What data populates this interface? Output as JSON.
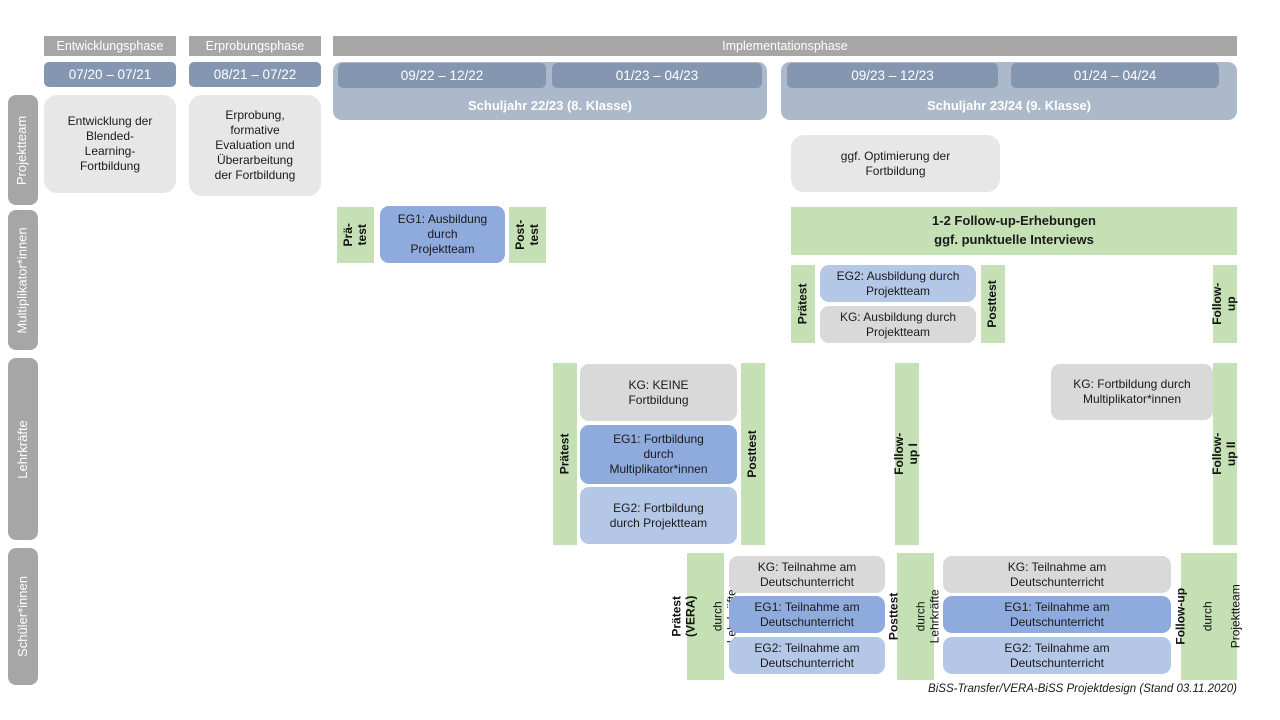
{
  "title": "BiSS-Transfer/VERA-BiSS Projektdesign",
  "colors": {
    "phase_gray": "#a6a6a6",
    "date_blue": "#8496b0",
    "band_blue": "#acb9ca",
    "gray_light": "#e8e7e7",
    "gray_box": "#d9d9d9",
    "green": "#c5e0b4",
    "blue_medium": "#8faadc",
    "blue_light": "#b4c7e7"
  },
  "sidebar": {
    "rows": [
      {
        "label": "Projektteam"
      },
      {
        "label": "Multiplikator*innen"
      },
      {
        "label": "Lehrkräfte"
      },
      {
        "label": "Schüler*innen"
      }
    ]
  },
  "header": {
    "phases": [
      {
        "label": "Entwicklungsphase"
      },
      {
        "label": "Erprobungsphase"
      },
      {
        "label": "Implementationsphase"
      }
    ],
    "dates": [
      {
        "label": "07/20 – 07/21"
      },
      {
        "label": "08/21 – 07/22"
      },
      {
        "label": "09/22 – 12/22"
      },
      {
        "label": "01/23 – 04/23"
      },
      {
        "label": "09/23 – 12/23"
      },
      {
        "label": "01/24 – 04/24"
      }
    ],
    "school_years": [
      {
        "label": "Schuljahr 22/23 (8. Klasse)"
      },
      {
        "label": "Schuljahr 23/24 (9. Klasse)"
      }
    ]
  },
  "projektteam": {
    "entwicklung": "Entwicklung der\nBlended-\nLearning-\nFortbildung",
    "erprobung": "Erprobung,\nformative\nEvaluation und\nÜberarbeitung\nder Fortbildung",
    "optimierung": "ggf. Optimierung der\nFortbildung"
  },
  "multiplikatoren": {
    "praetest1": "Prä-\ntest",
    "eg1": "EG1: Ausbildung\ndurch\nProjektteam",
    "posttest1": "Post-\ntest",
    "followup_banner": "1-2 Follow-up-Erhebungen\nggf. punktuelle Interviews",
    "praetest2": "Prätest",
    "eg2": "EG2: Ausbildung durch\nProjektteam",
    "kg": "KG: Ausbildung durch\nProjektteam",
    "posttest2": "Posttest",
    "followup": "Follow-up"
  },
  "lehrkraefte": {
    "praetest": "Prätest",
    "kg1": "KG: KEINE\nFortbildung",
    "eg1": "EG1: Fortbildung\ndurch\nMultiplikator*innen",
    "eg2": "EG2: Fortbildung\ndurch Projektteam",
    "posttest": "Posttest",
    "followup1": "Follow-up I",
    "kg2": "KG: Fortbildung durch\nMultiplikator*innen",
    "followup2": "Follow-up II"
  },
  "schueler": {
    "praetest_bold": "Prätest (VERA)",
    "praetest_sub": "durch Lehrkräfte",
    "kg1": "KG: Teilnahme am\nDeutschunterricht",
    "eg1a": "EG1: Teilnahme am\nDeutschunterricht",
    "eg2a": "EG2: Teilnahme am\nDeutschunterricht",
    "posttest_bold": "Posttest",
    "posttest_sub": "durch Lehrkräfte",
    "kg2": "KG: Teilnahme am\nDeutschunterricht",
    "eg1b": "EG1: Teilnahme am\nDeutschunterricht",
    "eg2b": "EG2: Teilnahme am\nDeutschunterricht",
    "followup_bold": "Follow-up",
    "followup_sub1": "durch",
    "followup_sub2": "Projektteam"
  },
  "footer": {
    "caption": "BiSS-Transfer/VERA-BiSS Projektdesign (Stand 03.11.2020)"
  }
}
